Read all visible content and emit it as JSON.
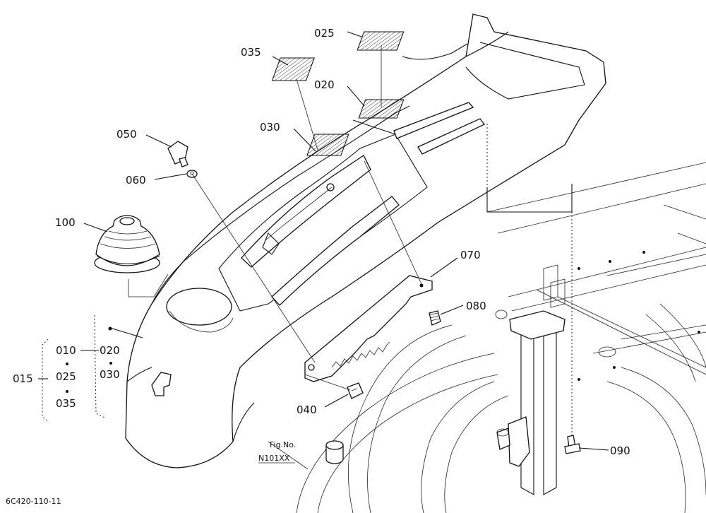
{
  "callouts": {
    "p010": "010",
    "p015": "015",
    "p020": "020",
    "p020b": "020",
    "p025": "025",
    "p025b": "025",
    "p030": "030",
    "p030b": "030",
    "p035": "035",
    "p035b": "035",
    "p040": "040",
    "p050": "050",
    "p060": "060",
    "p070": "070",
    "p080": "080",
    "p090": "090",
    "p100": "100"
  },
  "reference": {
    "fig_label": "Fig.No.",
    "fig_number": "N101XX"
  },
  "footer": {
    "drawing_code": "6C420-110-11"
  }
}
